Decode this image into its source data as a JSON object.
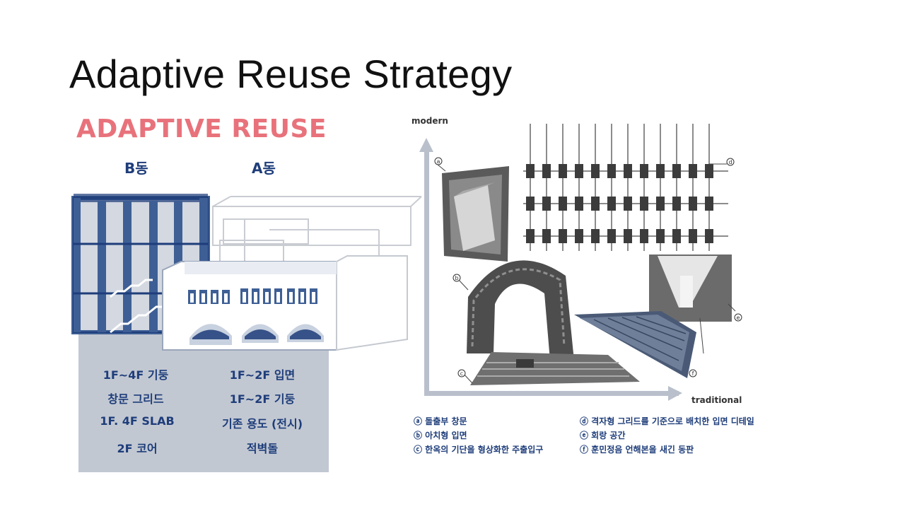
{
  "slide": {
    "title": "Adaptive Reuse Strategy"
  },
  "left": {
    "title": "ADAPTIVE REUSE",
    "b_label": "B동",
    "a_label": "A동",
    "b_items": [
      "1F~4F 기둥",
      "창문 그리드",
      "1F. 4F SLAB",
      "2F 코어"
    ],
    "a_items": [
      "1F~2F 입면",
      "1F~2F 기둥",
      "기존 용도 (전시)",
      "적벽돌"
    ]
  },
  "right": {
    "axis_y": "modern",
    "axis_x": "traditional",
    "markers": [
      "a",
      "b",
      "c",
      "d",
      "e",
      "f"
    ],
    "legend_left": [
      "ⓐ 돌출부 창문",
      "ⓑ 아치형 입면",
      "ⓒ 한옥의 기단을 형상화한 주출입구"
    ],
    "legend_right": [
      "ⓓ 격자형 그리드를 기준으로 배치한 입면 디테일",
      "ⓔ 회랑 공간",
      "ⓕ 훈민정음 언해본을 새긴 동판"
    ]
  },
  "colors": {
    "title_red": "#e8727b",
    "navy": "#1e3d7a",
    "panel_gray": "#c2c8d2",
    "steel_blue": "#3e5f95",
    "axis_gray": "#b9c0cc"
  }
}
